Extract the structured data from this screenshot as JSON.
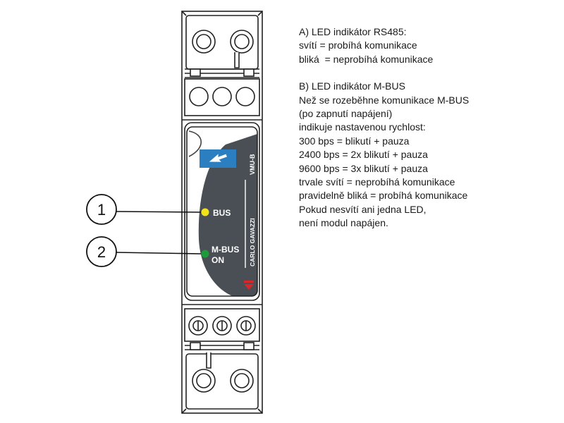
{
  "device": {
    "model_label": "VMU-B",
    "brand_label": "CARLO GAVAZZI",
    "led_bus_label": "BUS",
    "led_mbus_label_line1": "M-BUS",
    "led_mbus_label_line2": "ON",
    "led_bus_color": "#f2e21a",
    "led_mbus_color": "#1f9a3a",
    "panel_color": "#4a4f55",
    "arrow_badge_color": "#2b7fc1",
    "logo_color": "#d8262a"
  },
  "callouts": [
    {
      "number": "1"
    },
    {
      "number": "2"
    }
  ],
  "notes": {
    "section_a": [
      "A) LED indikátor RS485:",
      "svítí = probíhá komunikace",
      "bliká  = neprobíhá komunikace"
    ],
    "section_b": [
      "B) LED indikátor M-BUS",
      "Než se rozeběhne komunikace M-BUS",
      "(po zapnutí napájení)",
      "indikuje nastavenou rychlost:",
      "300 bps = blikutí + pauza",
      "2400 bps = 2x blikutí + pauza",
      "9600 bps = 3x blikutí + pauza",
      "trvale svítí = neprobíhá komunikace",
      "pravidelně bliká = probíhá komunikace",
      "Pokud nesvítí ani jedna LED,",
      "není modul napájen."
    ]
  }
}
